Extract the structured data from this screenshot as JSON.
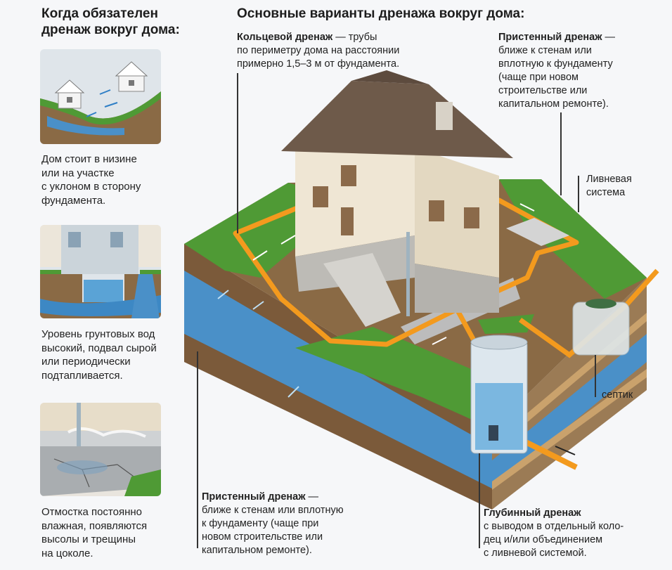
{
  "left_heading": [
    "Когда обязателен",
    "дренаж вокруг дома:"
  ],
  "main_heading": "Основные варианты дренажа вокруг дома:",
  "cards": [
    {
      "text": [
        "Дом стоит в низине",
        "или на участке",
        "с уклоном в сторону",
        "фундамента."
      ]
    },
    {
      "text": [
        "Уровень грунтовых вод",
        "высокий, подвал сырой",
        "или периодически",
        "подтапливается."
      ]
    },
    {
      "text": [
        "Отмостка постоянно",
        "влажная, появляются",
        "высолы и трещины",
        "на цоколе."
      ]
    }
  ],
  "labels": {
    "ring": {
      "title": "Кольцевой дренаж",
      "rest": [
        "— трубы",
        "по периметру дома на расстоянии",
        "примерно 1,5–3 м от фундамента."
      ]
    },
    "wall_top": {
      "title": "Пристенный дренаж",
      "rest": [
        "—",
        "ближе к стенам или",
        "вплотную к фундаменту",
        "(чаще при новом",
        "строительстве или",
        "капитальном ремонте)."
      ]
    },
    "storm": [
      "Ливневая",
      "система"
    ],
    "septic": "септик",
    "wall_bottom": {
      "title": "Пристенный дренаж",
      "rest": [
        "—",
        "ближе к стенам или вплотную",
        "к фундаменту (чаще при",
        "новом строительстве или",
        "капитальном ремонте)."
      ]
    },
    "deep": {
      "title": "Глубинный дренаж",
      "rest": [
        "с выводом в отдельный коло-",
        "дец и/или объединением",
        "с ливневой системой."
      ]
    }
  },
  "colors": {
    "pipe": "#f39a1e",
    "grass": "#4f9a35",
    "water": "#4a90c8",
    "soil": "#8a6a45",
    "roof": "#6e5a4a",
    "wall": "#efe6d4"
  }
}
